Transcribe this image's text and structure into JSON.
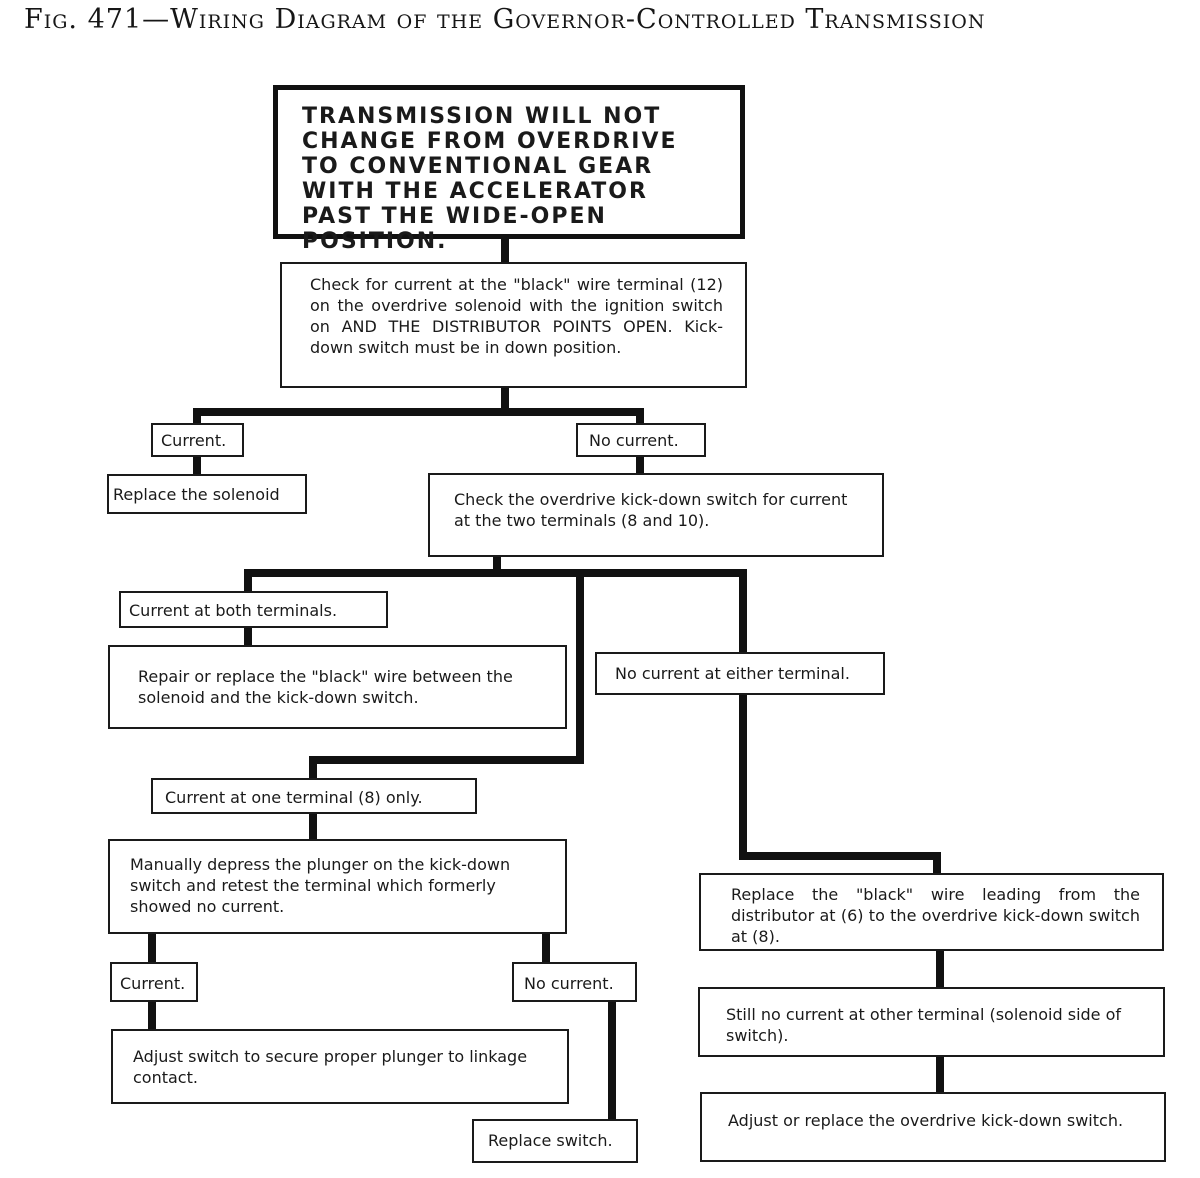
{
  "figure": {
    "title": "Fig. 471—Wiring Diagram of the Governor-Controlled Transmission"
  },
  "boxes": {
    "problem": "Transmission will not change from overdrive to conventional gear with the accelerator past the wide-open position.",
    "check_solenoid": "Check for current at the \"black\" wire terminal (12) on the overdrive solenoid with the ignition switch on AND THE DISTRIBUTOR POINTS OPEN. Kick-down switch must be in down position.",
    "current_1": "Current.",
    "replace_solenoid": "Replace the solenoid",
    "no_current_1": "No current.",
    "check_kickdown": "Check the overdrive kick-down switch for current at the two terminals (8 and 10).",
    "current_both": "Current at both terminals.",
    "repair_wire": "Repair or replace the \"black\" wire between the solenoid and the kick-down switch.",
    "no_current_either": "No current at either terminal.",
    "current_one": "Current at one terminal (8) only.",
    "depress_plunger": "Manually depress the plunger on the kick-down switch and retest the terminal which formerly showed no current.",
    "current_2": "Current.",
    "no_current_2": "No current.",
    "adjust_switch": "Adjust switch to secure proper plunger to linkage contact.",
    "replace_switch": "Replace switch.",
    "replace_black_wire": "Replace the \"black\" wire leading from the distributor at (6) to the overdrive kick-down switch at (8).",
    "still_no_current": "Still no current at other terminal (solenoid side of switch).",
    "adjust_replace_kickdown": "Adjust or replace the overdrive kick-down switch."
  }
}
